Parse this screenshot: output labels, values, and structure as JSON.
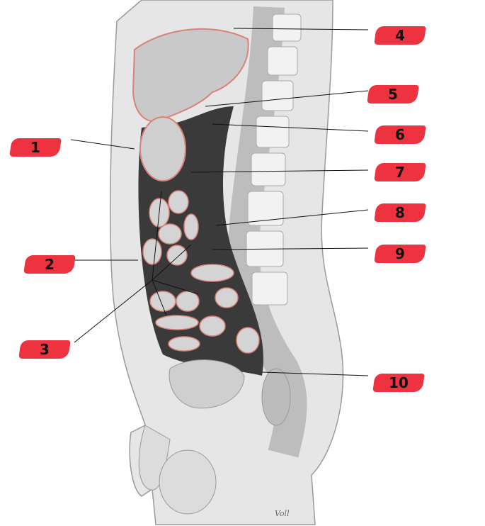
{
  "labels": [
    {
      "id": "1",
      "text": "1"
    },
    {
      "id": "2",
      "text": "2"
    },
    {
      "id": "3",
      "text": "3"
    },
    {
      "id": "4",
      "text": "4"
    },
    {
      "id": "5",
      "text": "5"
    },
    {
      "id": "6",
      "text": "6"
    },
    {
      "id": "7",
      "text": "7"
    },
    {
      "id": "8",
      "text": "8"
    },
    {
      "id": "9",
      "text": "9"
    },
    {
      "id": "10",
      "text": "10"
    }
  ],
  "signature": "Voll",
  "colors": {
    "label_highlight": "#ee3340",
    "peritoneum_outline": "#d9827a",
    "tissue": "#d8d8d8",
    "cavity": "#333333"
  }
}
